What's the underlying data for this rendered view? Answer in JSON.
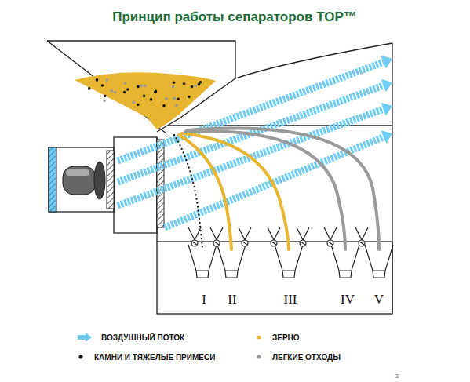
{
  "diagram": {
    "title": "Принцип работы сепараторов TOP™",
    "labels": [
      "I",
      "II",
      "III",
      "IV",
      "V",
      "3"
    ],
    "legend": [
      {
        "text": "ВОЗДУШНЫЙ ПОТОК",
        "color": "#6fcdf5"
      },
      {
        "text": "ЗЕРНО",
        "color": "#e8b530"
      },
      {
        "text": "КАМНИ И ТЯЖЕЛЫЕ ПРИМЕСИ",
        "color": "#111111"
      },
      {
        "text": "ЛЕГКИЕ ОТХОДЫ",
        "color": "#9a9a9a"
      }
    ]
  }
}
